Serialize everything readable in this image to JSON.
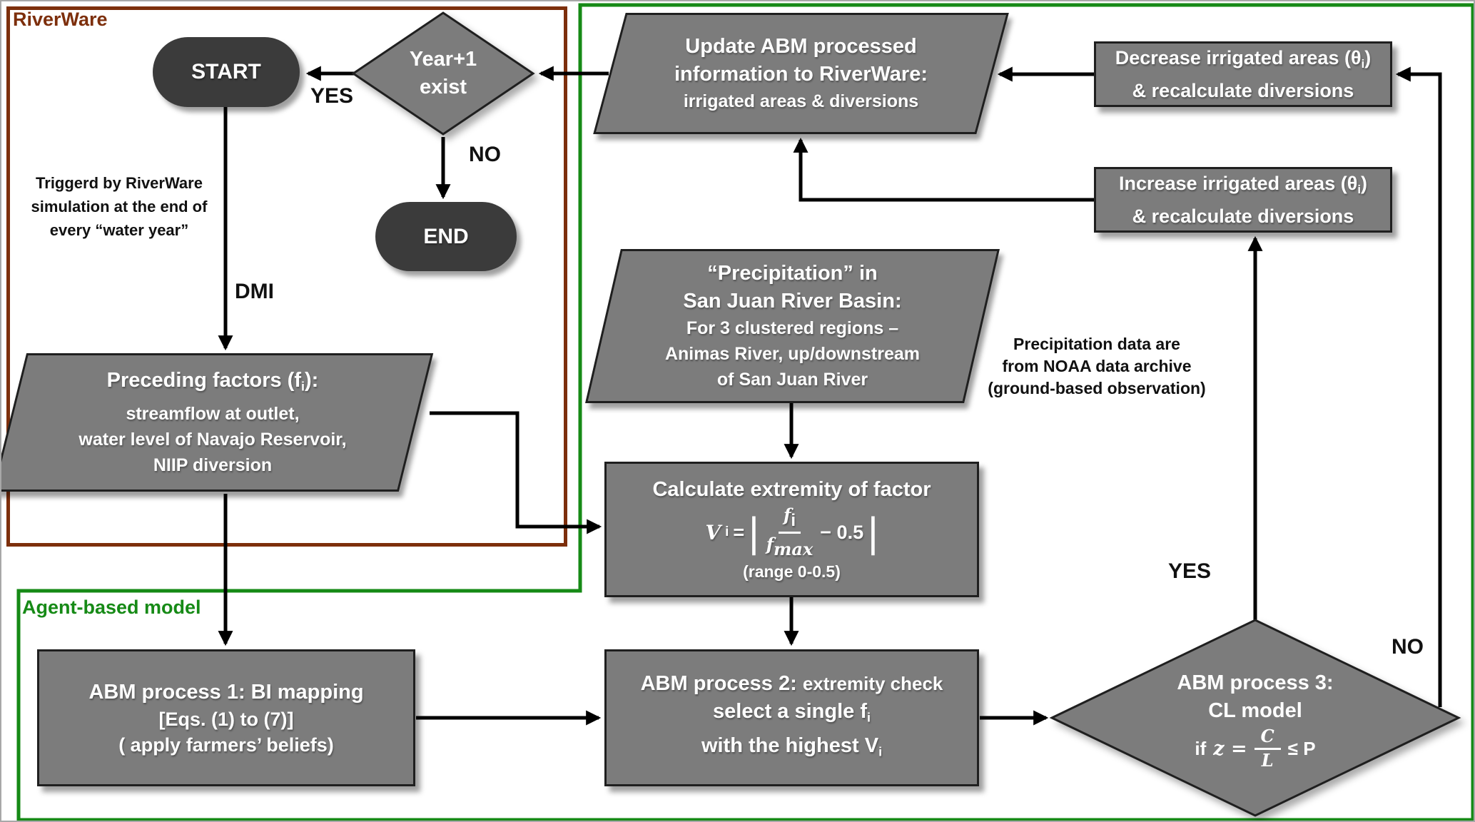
{
  "colors": {
    "riverware_accent": "#7d2f0c",
    "abm_accent": "#168a16",
    "node_fill": "#7c7c7c",
    "node_border": "#1f1f1f",
    "pill_fill": "#3b3b3b",
    "arrow_color": "#000000",
    "text_light": "#ffffff",
    "text_dark": "#111111"
  },
  "regions": {
    "riverware_label": "RiverWare",
    "abm_label": "Agent-based model"
  },
  "nodes": {
    "start": {
      "label": "START"
    },
    "end": {
      "label": "END"
    },
    "year_diamond": {
      "l1": "Year+1",
      "l2": "exist"
    },
    "preceding": {
      "l1a": "Preceding factors (f",
      "l1sub": "i",
      "l1b": "):",
      "l2": "streamflow at outlet,",
      "l3": "water level of Navajo Reservoir,",
      "l4": "NIIP diversion"
    },
    "update": {
      "l1": "Update ABM processed",
      "l2": "information to RiverWare:",
      "l3": "irrigated areas & diversions"
    },
    "decrease": {
      "l1a": "Decrease irrigated areas (θ",
      "l1sub": "i",
      "l1b": ")",
      "l2": "& recalculate diversions"
    },
    "increase": {
      "l1a": "Increase irrigated areas (θ",
      "l1sub": "i",
      "l1b": ")",
      "l2": "& recalculate diversions"
    },
    "precip": {
      "l1": "“Precipitation” in",
      "l2": "San Juan River Basin:",
      "l3": "For 3 clustered regions –",
      "l4": "Animas River, up/downstream",
      "l5": "of San Juan River"
    },
    "calculate": {
      "title": "Calculate extremity of factor",
      "v": "V",
      "v_sub": "i",
      "eq": "=",
      "bar": "|",
      "num_f": "f",
      "num_sub": "i",
      "den_f": "f",
      "den_sub": "max",
      "tail": "− 0.5",
      "range": "(range 0-0.5)"
    },
    "abm1": {
      "l1": "ABM process 1: BI mapping",
      "l2": "[Eqs. (1) to (7)]",
      "l3": "( apply farmers’ beliefs)"
    },
    "abm2": {
      "l1a": "ABM process 2:",
      "l1b": "extremity check",
      "l2a": "select a single f",
      "l2sub": "i",
      "l3a": "with the highest V",
      "l3sub": "i"
    },
    "abm3": {
      "l1": "ABM process 3:",
      "l2": "CL model",
      "if_": "if",
      "z": "z =",
      "num": "C",
      "den": "L",
      "tail": "≤ P"
    }
  },
  "annotations": {
    "triggered": {
      "l1": "Triggerd by RiverWare",
      "l2": "simulation at the end of",
      "l3": "every “water year”"
    },
    "noaa": {
      "l1": "Precipitation data are",
      "l2": "from NOAA data archive",
      "l3": "(ground-based observation)"
    },
    "dmi": "DMI",
    "yes_left": "YES",
    "no_left": "NO",
    "yes_right": "YES",
    "no_right": "NO"
  }
}
